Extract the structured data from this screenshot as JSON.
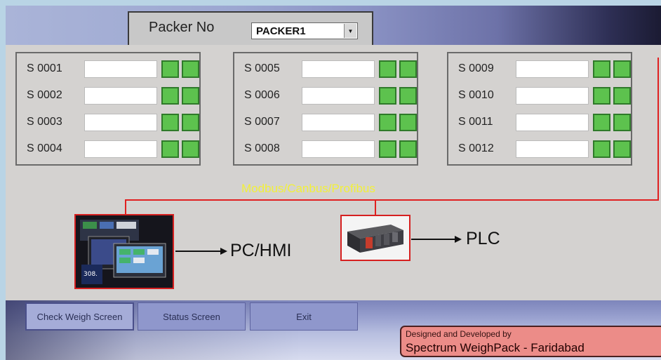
{
  "header": {
    "packer_label": "Packer No",
    "packer_value": "PACKER1",
    "dropdown_glyph": "▼"
  },
  "station_groups": [
    {
      "stations": [
        {
          "id": "S 0001"
        },
        {
          "id": "S 0002"
        },
        {
          "id": "S 0003"
        },
        {
          "id": "S 0004"
        }
      ]
    },
    {
      "stations": [
        {
          "id": "S 0005"
        },
        {
          "id": "S 0006"
        },
        {
          "id": "S 0007"
        },
        {
          "id": "S 0008"
        }
      ]
    },
    {
      "stations": [
        {
          "id": "S 0009"
        },
        {
          "id": "S 0010"
        },
        {
          "id": "S 0011"
        },
        {
          "id": "S 0012"
        }
      ]
    }
  ],
  "network": {
    "bus_label": "Modbus/Canbus/Profibus",
    "devices": {
      "pc": {
        "label": "PC/HMI",
        "icon": "pc-hmi-photo"
      },
      "plc": {
        "label": "PLC",
        "icon": "plc-photo"
      }
    },
    "line_color": "#e02020"
  },
  "footer": {
    "buttons": {
      "check_weigh": "Check Weigh Screen",
      "status": "Status Screen",
      "exit": "Exit"
    },
    "credit": {
      "line1": "Designed and Developed by",
      "line2": "Spectrum WeighPack - Faridabad"
    }
  },
  "colors": {
    "led_ok": "#5dc24e",
    "bus_label": "#f2f03a",
    "credit_bg": "#ec8c88"
  }
}
